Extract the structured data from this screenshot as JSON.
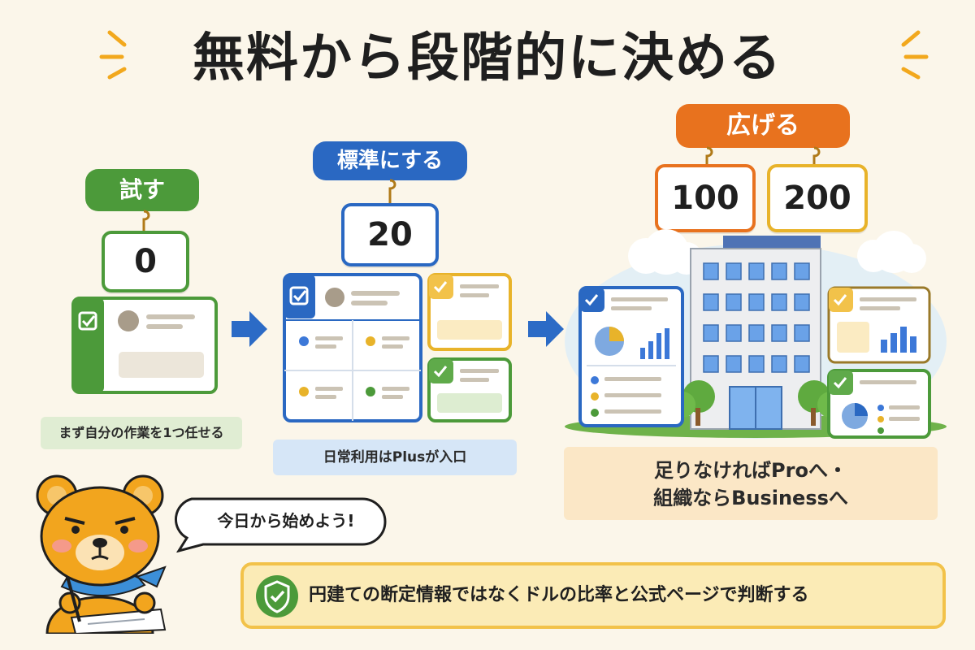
{
  "title": "無料から段階的に決める",
  "colors": {
    "background": "#FBF6EA",
    "green": "#4C9A3A",
    "blue": "#2A68C2",
    "orange": "#E8721E",
    "yellow": "#E8B32A",
    "arrow_blue": "#2C6BC6"
  },
  "stages": {
    "try": {
      "label": "試す",
      "value": "0",
      "caption": "まず自分の作業を1つ任せる"
    },
    "standard": {
      "label": "標準にする",
      "value": "20",
      "caption": "日常利用はPlusが入口"
    },
    "expand": {
      "label": "広げる",
      "values": [
        "100",
        "200"
      ],
      "caption_line1": "足りなければProへ・",
      "caption_line2": "組織ならBusinessへ"
    }
  },
  "mascot": {
    "speech": "今日から始めよう!"
  },
  "footer": {
    "note": "円建ての断定情報ではなくドルの比率と公式ページで判断する",
    "icon": "shield-check-icon"
  }
}
